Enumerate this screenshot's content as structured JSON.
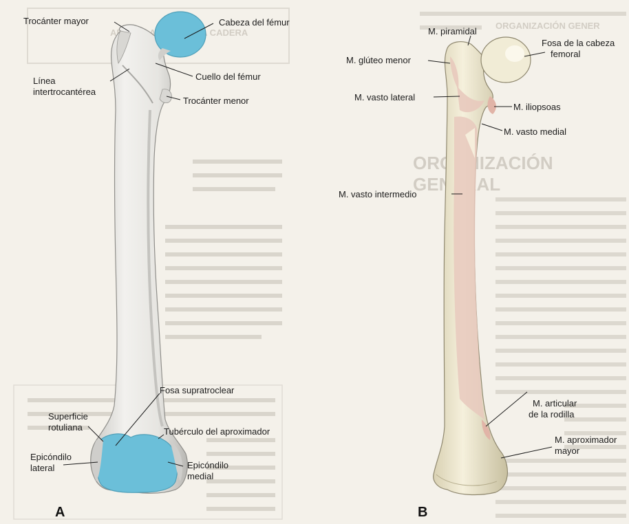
{
  "panel_a": {
    "letter": "A",
    "labels": {
      "trocanter_mayor": "Trocánter mayor",
      "cabeza_femur": "Cabeza del fémur",
      "linea_intertrocanterea_1": "Línea",
      "linea_intertrocanterea_2": "intertrocantérea",
      "cuello_femur": "Cuello del fémur",
      "trocanter_menor": "Trocánter menor",
      "fosa_supratroclear": "Fosa supratroclear",
      "superficie_rotuliana_1": "Superficie",
      "superficie_rotuliana_2": "rotuliana",
      "tuberculo_aproximador": "Tubérculo del aproximador",
      "epicondilo_lateral_1": "Epicóndilo",
      "epicondilo_lateral_2": "lateral",
      "epicondilo_medial_1": "Epicóndilo",
      "epicondilo_medial_2": "medial"
    }
  },
  "panel_b": {
    "letter": "B",
    "labels": {
      "m_piramidal": "M. piramidal",
      "fosa_cabeza_1": "Fosa de la cabeza",
      "fosa_cabeza_2": "femoral",
      "m_gluteo_menor": "M. glúteo menor",
      "m_vasto_lateral": "M. vasto lateral",
      "m_iliopsoas": "M. iliopsoas",
      "m_vasto_medial": "M. vasto medial",
      "m_vasto_intermedio": "M. vasto intermedio",
      "m_articular_1": "M. articular",
      "m_articular_2": "de la rodilla",
      "m_aproximador_1": "M. aproximador",
      "m_aproximador_2": "mayor"
    }
  },
  "background_text": {
    "header_1": "ORGANIZACIÓN GENER",
    "header_2": "ARTICULACIÓN DE LA CADERA",
    "section_title": "ORGANIZACIÓN GENERAL"
  },
  "colors": {
    "bone": "#e9e8e4",
    "bone_shadow": "#bdbcb8",
    "articular_blue": "#6bbfd9",
    "muscle_pink": "#e8c9bd",
    "bone_b": "#efe9d2"
  }
}
